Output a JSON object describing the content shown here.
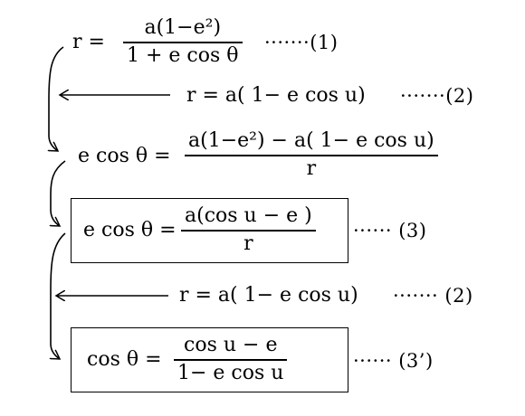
{
  "eq1": {
    "lhs": "r =",
    "num": "a(1−e²)",
    "den": "1 + e cos θ",
    "tag": "·······(1)"
  },
  "eq2a": {
    "text": "r = a( 1− e cos u)",
    "tag": "·······(2)"
  },
  "eq_mid": {
    "lhs": "e cos θ =",
    "num": "a(1−e²) − a( 1− e cos u)",
    "den": "r"
  },
  "eq3": {
    "lhs": "e cos θ =",
    "num": "a(cos u − e )",
    "den": "r",
    "tag": "······ (3)"
  },
  "eq2b": {
    "text": "r = a( 1− e cos u)",
    "tag": "······· (2)"
  },
  "eq3p": {
    "lhs": "cos θ =",
    "num": "cos u − e",
    "den": "1− e cos u",
    "tag": "······ (3’)"
  }
}
